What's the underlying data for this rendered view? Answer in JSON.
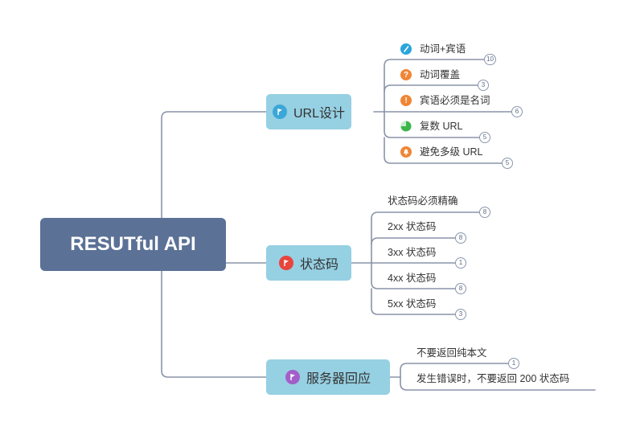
{
  "root": {
    "label": "RESUTful API"
  },
  "branches": [
    {
      "label": "URL设计",
      "flag_color": "#3aa7d8",
      "children": [
        {
          "label": "动词+宾语",
          "marker": "pencil-icon",
          "marker_color": "#2aa5dc",
          "count": "10"
        },
        {
          "label": "动词覆盖",
          "marker": "question-icon",
          "marker_color": "#f08534",
          "count": "3"
        },
        {
          "label": "宾语必须是名词",
          "marker": "exclamation-icon",
          "marker_color": "#f08534",
          "count": "6"
        },
        {
          "label": "复数 URL",
          "marker": "progress-icon",
          "marker_color": "#3cb64a",
          "count": "5"
        },
        {
          "label": "避免多级 URL",
          "marker": "bell-icon",
          "marker_color": "#f08534",
          "count": "5"
        }
      ]
    },
    {
      "label": "状态码",
      "flag_color": "#e8453c",
      "children": [
        {
          "label": "状态码必须精确",
          "count": "8"
        },
        {
          "label": "2xx 状态码",
          "count": "8"
        },
        {
          "label": "3xx 状态码",
          "count": "1"
        },
        {
          "label": "4xx 状态码",
          "count": "8"
        },
        {
          "label": "5xx 状态码",
          "count": "3"
        }
      ]
    },
    {
      "label": "服务器回应",
      "flag_color": "#a35ec9",
      "children": [
        {
          "label": "不要返回纯本文",
          "count": "1"
        },
        {
          "label": "发生错误时，不要返回 200 状态码"
        }
      ]
    }
  ]
}
